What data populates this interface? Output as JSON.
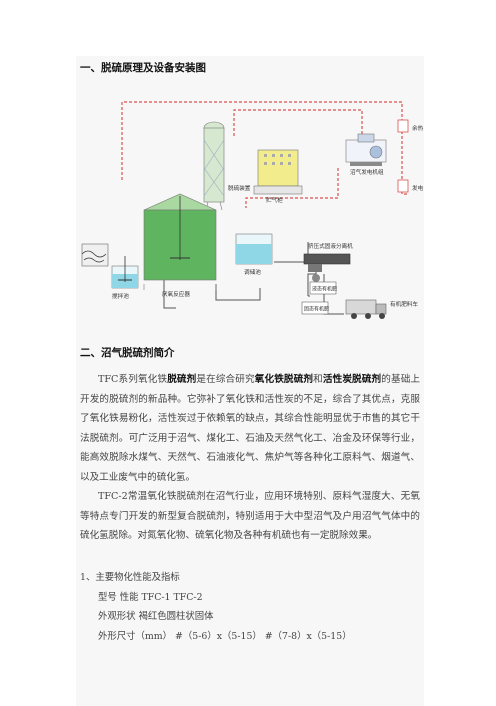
{
  "section1": {
    "title": "一、脱硫原理及设备安装图"
  },
  "diagram": {
    "labels": {
      "tower": "脱硫装置",
      "reactor": "厌氧反应器",
      "gas_holder": "贮气柜",
      "generator": "沼气发电机组",
      "heating": "余热",
      "power": "发电",
      "sludge_tank": "调储池",
      "separator": "挤压式固液分离机",
      "liquid_fert": "液态有机肥",
      "solid_fert": "固态有机肥",
      "truck": "有机肥料车",
      "mixer": "搅拌池"
    }
  },
  "section2": {
    "title": "二、沼气脱硫剂简介"
  },
  "intro": {
    "p1": {
      "a": "TFC系列氧化铁",
      "b": "脱硫剂",
      "c": "是在综合研究",
      "d": "氧化铁脱硫剂",
      "e": "和",
      "f": "活性炭脱硫剂",
      "g": "的基础上开发的脱硫剂的新品种。它弥补了氧化铁和活性炭的不足，综合了其优点，克服了氧化铁易粉化，活性炭过于依赖氧的缺点，其综合性能明显优于市售的其它干法脱硫剂。可广泛用于沼气、煤化工、石油及天然气化工、冶金及环保等行业，能高效脱除水煤气、天然气、石油液化气、焦炉气等各种化工原料气、烟道气、以及工业废气中的硫化氢。"
    },
    "p2": "TFC-2常温氧化铁脱硫剂在沼气行业，应用环境特别、原料气湿度大、无氧等特点专门开发的新型复合脱硫剂，特别适用于大中型沼气及户用沼气气体中的硫化氢脱除。对氮氧化物、硫氧化物及各种有机硫也有一定脱除效果。"
  },
  "specs": {
    "heading": "1、主要物化性能及指标",
    "row1": "型号 性能 TFC-1 TFC-2",
    "row2": "外观形状 褐红色圆柱状固体",
    "row3": "外形尺寸（mm） #（5-6）x（5-15） #（7-8）x（5-15）"
  },
  "colors": {
    "pipe_red": "#d9534f",
    "reactor_green": "#5fb55f",
    "tank_cyan": "#8fd6e6",
    "cooler_yellow": "#f2ec8c"
  }
}
